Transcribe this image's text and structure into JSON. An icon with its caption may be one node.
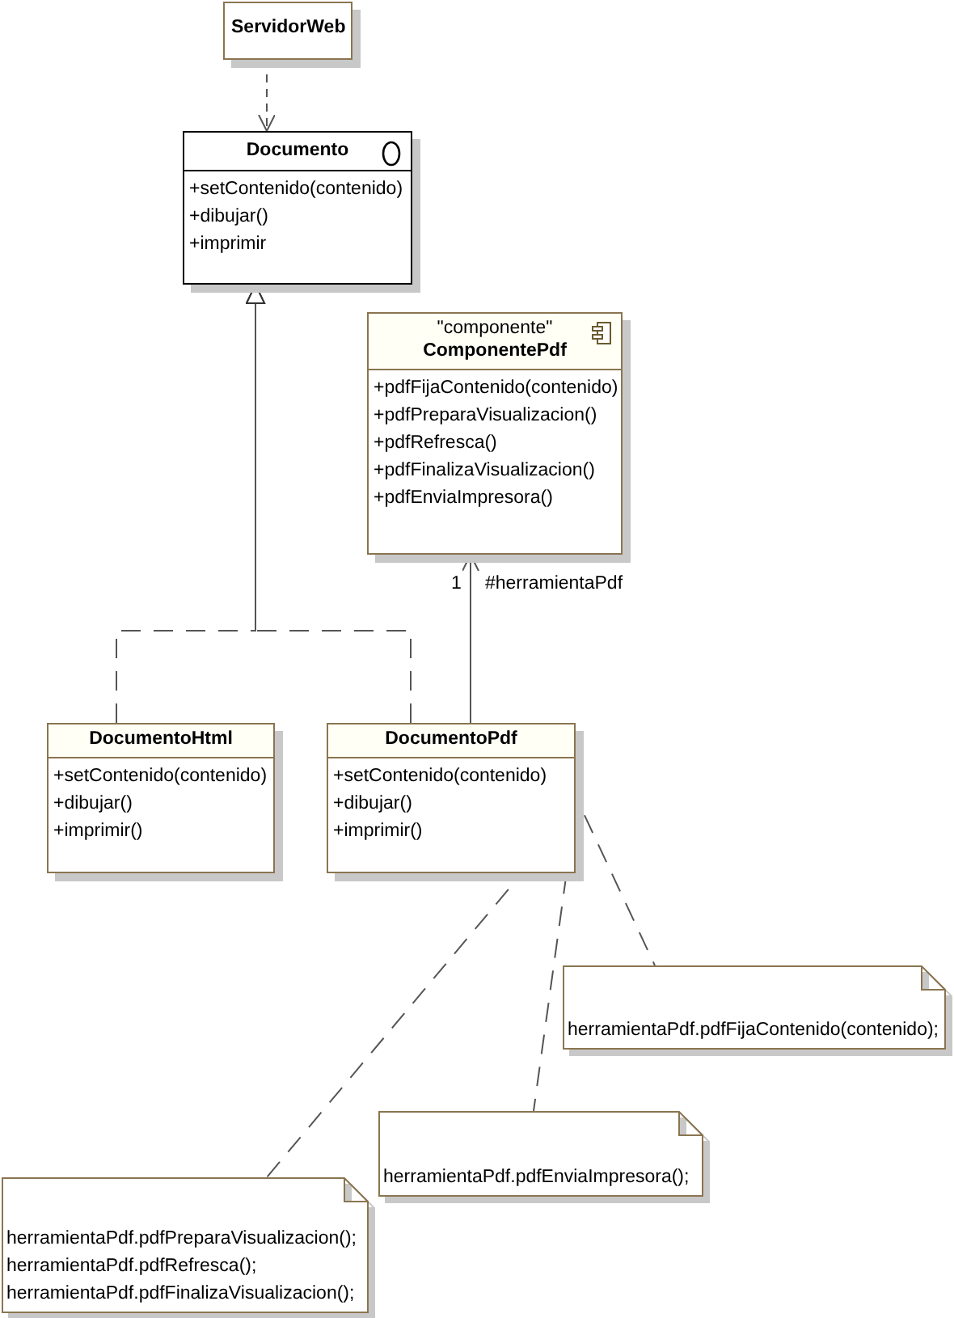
{
  "diagram": {
    "nodes": [
      {
        "text": [
          "ServidorWeb"
        ]
      },
      {
        "text": [
          "Documento",
          "+setContenido(contenido)",
          "+dibujar()",
          "+imprimir"
        ]
      },
      {
        "text": [
          "\"componente\"",
          "ComponentePdf",
          "+pdfFijaContenido(contenido)",
          "+pdfPreparaVisualizacion()",
          "+pdfRefresca()",
          "+pdfFinalizaVisualizacion()",
          "+pdfEnviaImpresora()"
        ]
      },
      {
        "text": [
          "DocumentoHtml",
          "+setContenido(contenido)",
          "+dibujar()",
          "+imprimir()"
        ]
      },
      {
        "text": [
          "DocumentoPdf",
          "+setContenido(contenido)",
          "+dibujar()",
          "+imprimir()"
        ]
      },
      {
        "text": [
          "herramientaPdf.pdfFijaContenido(contenido);"
        ]
      },
      {
        "text": [
          "herramientaPdf.pdfEnviaImpresora();"
        ]
      },
      {
        "text": [
          "herramientaPdf.pdfPreparaVisualizacion();",
          "herramientaPdf.pdfRefresca();",
          "herramientaPdf.pdfFinalizaVisualizacion();"
        ]
      }
    ],
    "edges": [
      {
        "from": 0,
        "to": 1,
        "arrow": "to",
        "style": "dashed"
      },
      {
        "from": 3,
        "to": 1,
        "arrow": "to",
        "style": "dashed"
      },
      {
        "from": 4,
        "to": 1,
        "arrow": "to",
        "style": "dashed"
      },
      {
        "from": 4,
        "to": 2,
        "arrow": "to",
        "label": "#herramientaPdf"
      },
      {
        "from": 4,
        "to": 5,
        "arrow": "other",
        "style": "dashed"
      },
      {
        "from": 4,
        "to": 7,
        "arrow": "other",
        "style": "dashed"
      },
      {
        "from": 4,
        "to": 6,
        "arrow": "other",
        "style": "dashed"
      }
    ],
    "labels": [
      "1"
    ]
  }
}
